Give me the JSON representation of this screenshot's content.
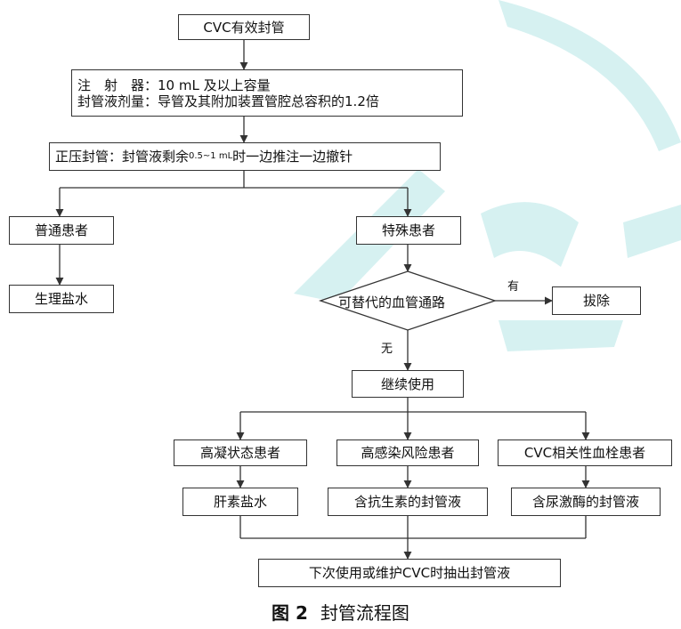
{
  "title": "CVC有效封管",
  "syringe_label": "注　射　器：",
  "syringe_value": "10 mL 及以上容量",
  "dose_label": "封管液剂量：",
  "dose_value": "导管及其附加装置管腔总容积的1.2倍",
  "positive_pressure_pre": "正压封管：封管液剩余",
  "positive_pressure_small": "0.5~1 mL",
  "positive_pressure_post": "时一边推注一边撤针",
  "normal_patient": "普通患者",
  "saline": "生理盐水",
  "special_patient": "特殊患者",
  "decision": "可替代的血管通路",
  "yes_label": "有",
  "no_label": "无",
  "remove": "拔除",
  "continue_use": "继续使用",
  "branches": [
    {
      "group": "高凝状态患者",
      "solution": "肝素盐水"
    },
    {
      "group": "高感染风险患者",
      "solution": "含抗生素的封管液"
    },
    {
      "group": "CVC相关性血栓患者",
      "solution": "含尿激酶的封管液"
    }
  ],
  "final": "下次使用或维护CVC时抽出封管液",
  "caption_fig": "图 2",
  "caption_text": "封管流程图",
  "colors": {
    "line": "#333333",
    "watermark": "#d6f1f1"
  }
}
